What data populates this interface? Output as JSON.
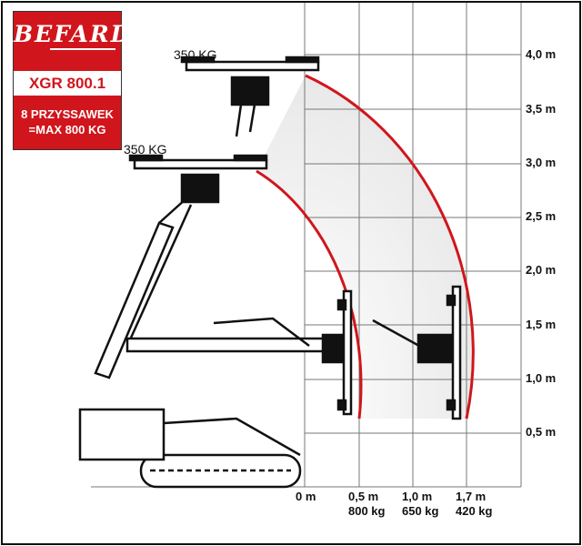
{
  "logo": {
    "brand": "BEFARD",
    "model": "XGR 800.1",
    "capacity_line1": "8 PRZYSSAWEK",
    "capacity_line2": "=MAX 800 KG"
  },
  "load_labels": {
    "upper": "350 KG",
    "lower": "350 KG"
  },
  "y_axis": [
    "4,0 m",
    "3,5 m",
    "3,0 m",
    "2,5 m",
    "2,0 m",
    "1,5 m",
    "1,0 m",
    "0,5 m"
  ],
  "x_axis": [
    {
      "distance": "0 m",
      "load": ""
    },
    {
      "distance": "0,5 m",
      "load": "800 kg"
    },
    {
      "distance": "1,0 m",
      "load": "650 kg"
    },
    {
      "distance": "1,7 m",
      "load": "420 kg"
    }
  ],
  "colors": {
    "brand_red": "#d0161c",
    "arc_red": "#d0161c"
  }
}
